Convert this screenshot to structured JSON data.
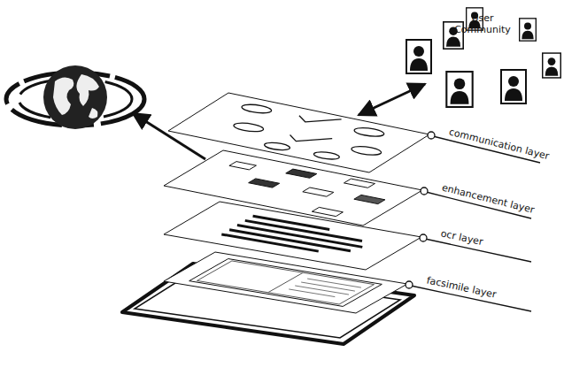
{
  "diagram": {
    "labels": [
      "User Community",
      "communication layer",
      "enhancement layer",
      "ocr layer",
      "facsimile layer"
    ]
  }
}
